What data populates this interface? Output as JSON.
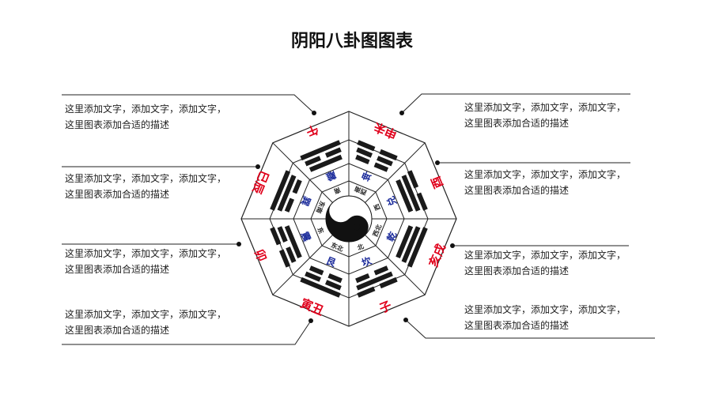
{
  "title": "阴阳八卦图图表",
  "callouts_left": [
    {
      "line1": "这里添加文字，添加文字，添加文字，",
      "line2": "这里图表添加合适的描述"
    },
    {
      "line1": "这里添加文字，添加文字，添加文字，",
      "line2": "这里图表添加合适的描述"
    },
    {
      "line1": "这里添加文字，添加文字，添加文字，",
      "line2": "这里图表添加合适的描述"
    },
    {
      "line1": "这里添加文字，添加文字，添加文字，",
      "line2": "这里图表添加合适的描述"
    }
  ],
  "callouts_right": [
    {
      "line1": "这里添加文字，添加文字，添加文字，",
      "line2": "这里图表添加合适的描述"
    },
    {
      "line1": "这里添加文字，添加文字，添加文字，",
      "line2": "这里图表添加合适的描述"
    },
    {
      "line1": "这里添加文字，添加文字，添加文字，",
      "line2": "这里图表添加合适的描述"
    },
    {
      "line1": "这里添加文字，添加文字，添加文字，",
      "line2": "这里图表添加合适的描述"
    }
  ],
  "bagua": {
    "colors": {
      "branch": "#e0001b",
      "trigram_name": "#1a2a9a",
      "line": "#222222"
    },
    "sectors": [
      {
        "branch": "申未",
        "trigram": "坤",
        "direction": "西南",
        "lines": "000"
      },
      {
        "branch": "酉",
        "trigram": "兑",
        "direction": "西",
        "lines": "110"
      },
      {
        "branch": "亥戌",
        "trigram": "乾",
        "direction": "西北",
        "lines": "111"
      },
      {
        "branch": "子",
        "trigram": "坎",
        "direction": "北",
        "lines": "010"
      },
      {
        "branch": "寅丑",
        "trigram": "艮",
        "direction": "东北",
        "lines": "001"
      },
      {
        "branch": "卯",
        "trigram": "震",
        "direction": "东",
        "lines": "100"
      },
      {
        "branch": "巳辰",
        "trigram": "巽",
        "direction": "东南",
        "lines": "011"
      },
      {
        "branch": "午",
        "trigram": "離",
        "direction": "南",
        "lines": "101"
      }
    ]
  }
}
